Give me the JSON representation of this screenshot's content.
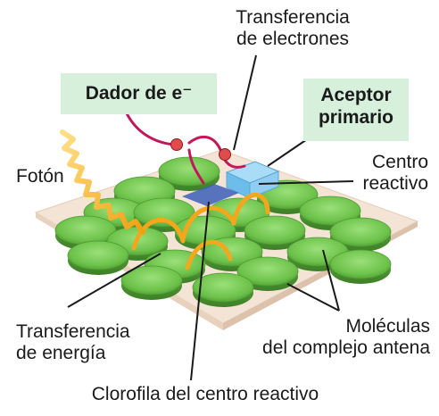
{
  "diagram": {
    "labels": {
      "donor": "Dador de e⁻",
      "acceptor_line1": "Aceptor",
      "acceptor_line2": "primario",
      "electron_transfer_line1": "Transferencia",
      "electron_transfer_line2": "de electrones",
      "photon": "Fotón",
      "reaction_center_line1": "Centro",
      "reaction_center_line2": "reactivo",
      "energy_transfer_line1": "Transferencia",
      "energy_transfer_line2": "de energía",
      "antenna_line1": "Moléculas",
      "antenna_line2": "del complejo antena",
      "rc_chlorophyll": "Clorofila del centro reactivo"
    },
    "colors": {
      "chlorophyll_green": "#6cc24a",
      "platform": "#f3e4d6",
      "donor_box_bg": "#d6f0dc",
      "acceptor_cube": "#7fc6ef",
      "photon_wave": "#f2b51c",
      "electron_path": "#c2185b",
      "electron_dot": "#e04b4b"
    },
    "icons": [
      "photon-wave-icon",
      "electron-dot-icon"
    ]
  }
}
